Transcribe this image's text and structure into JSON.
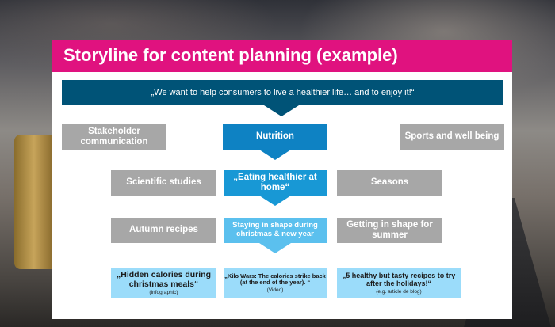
{
  "slide": {
    "title": "Storyline for content planning (example)"
  },
  "mission": "„We want to help consumers to live a healthier life… and to enjoy it!“",
  "row1": {
    "left": "Stakeholder communication",
    "center": "Nutrition",
    "right": "Sports and well being"
  },
  "row2": {
    "left": "Scientific studies",
    "center": "„Eating healthier at home“",
    "right": "Seasons"
  },
  "row3": {
    "left": "Autumn recipes",
    "center": "Staying in shape during christmas & new year",
    "right": "Getting in shape for summer"
  },
  "row4": {
    "left": {
      "main": "„Hidden calories during christmas meals“",
      "sub": "(infographic)"
    },
    "center": {
      "main": "„Kilo Wars: The calories strike back (at the end of the year). “",
      "sub": "(Video)"
    },
    "right": {
      "main": "„5 healthy but tasty recipes to try after the holidays!“",
      "sub": "(e.g. article de blog)"
    }
  },
  "colors": {
    "title_bar": "#e0127f",
    "mission_bar": "#005377",
    "primary_blue": "#0e82c3",
    "light_blue": "#9bdcfa",
    "gray": "#a7a7a7"
  }
}
